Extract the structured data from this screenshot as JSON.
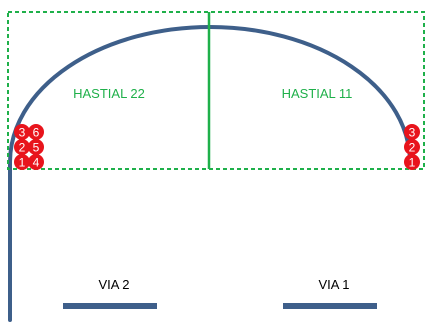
{
  "regions": {
    "left_label": "HASTIAL 22",
    "right_label": "HASTIAL 11"
  },
  "tracks": {
    "left_label": "VIA 2",
    "right_label": "VIA 1"
  },
  "markers": {
    "left_outer": [
      "3",
      "2",
      "1"
    ],
    "left_inner": [
      "6",
      "5",
      "4"
    ],
    "right": [
      "3",
      "2",
      "1"
    ]
  },
  "colors": {
    "tunnel_outline": "#3e5f8a",
    "dashed_frame": "#1fb04a",
    "divider": "#1fb04a",
    "region_label": "#1fb04a",
    "marker_fill": "#e8141c",
    "marker_text": "#ffffff",
    "track_bar": "#3e5f8a",
    "track_label": "#000000"
  }
}
